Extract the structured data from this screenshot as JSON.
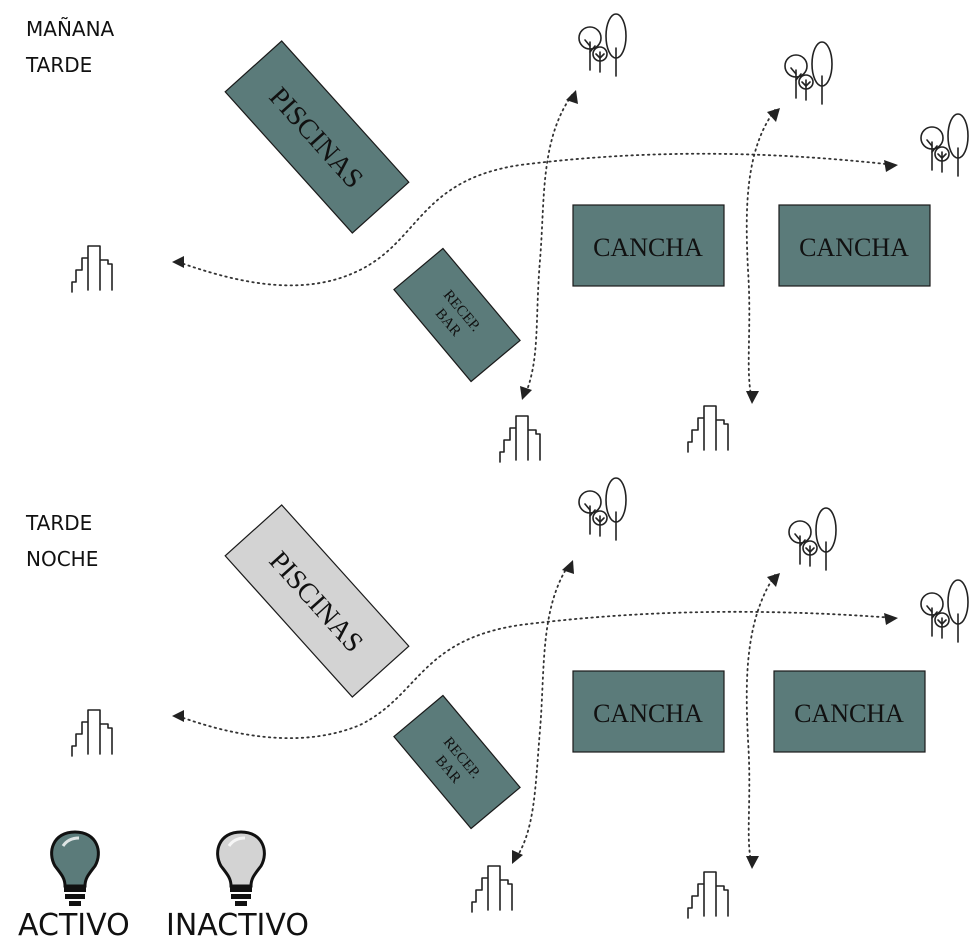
{
  "colors": {
    "active": "#5b7b7a",
    "inactive": "#d3d3d3"
  },
  "panels": [
    {
      "time_label": [
        "MAÑANA",
        "TARDE"
      ],
      "pool": {
        "label": "PISCINAS",
        "state": "active"
      },
      "reception": {
        "label": [
          "RECEP.",
          "BAR"
        ],
        "state": "active"
      },
      "courts": [
        {
          "label": "CANCHA",
          "state": "active"
        },
        {
          "label": "CANCHA",
          "state": "active"
        }
      ]
    },
    {
      "time_label": [
        "TARDE",
        "NOCHE"
      ],
      "pool": {
        "label": "PISCINAS",
        "state": "inactive"
      },
      "reception": {
        "label": [
          "RECEP.",
          "BAR"
        ],
        "state": "active"
      },
      "courts": [
        {
          "label": "CANCHA",
          "state": "active"
        },
        {
          "label": "CANCHA",
          "state": "active"
        }
      ]
    }
  ],
  "legend": {
    "active_label": "ACTIVO",
    "inactive_label": "INACTIVO",
    "icon": "lightbulb-icon"
  },
  "icons": {
    "building": "building-icon",
    "trees": "trees-icon"
  }
}
